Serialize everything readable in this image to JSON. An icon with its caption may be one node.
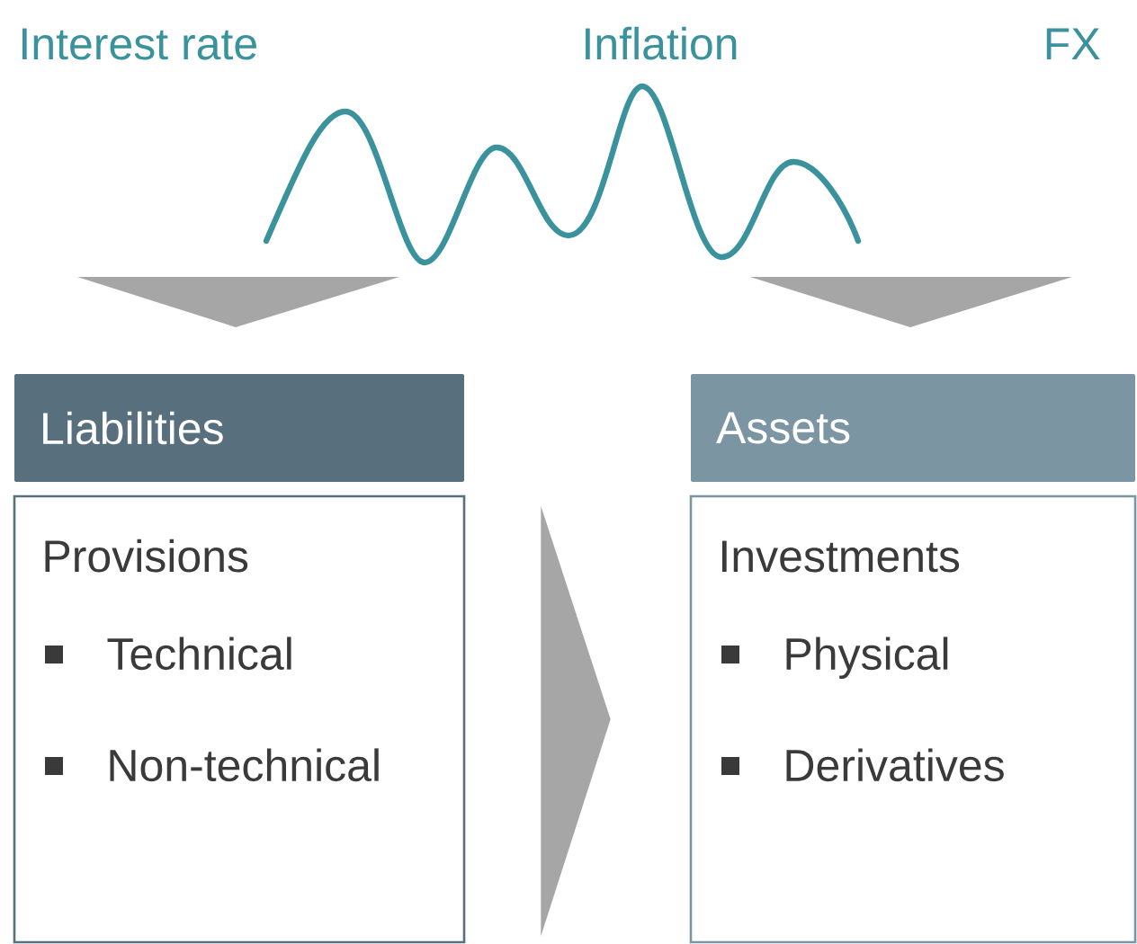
{
  "diagram": {
    "nodes": [
      {
        "text": [
          "Liabilities"
        ]
      },
      {
        "text": [
          "Provisions",
          "Technical",
          "Non-technical"
        ]
      },
      {
        "text": [
          "Assets"
        ]
      },
      {
        "text": [
          "Investments",
          "Physical",
          "Derivatives"
        ]
      }
    ],
    "edges": [
      {
        "from": 1,
        "to": 3,
        "arrow": "to"
      }
    ],
    "labels": [
      "Interest rate",
      "Inflation",
      "FX"
    ]
  }
}
